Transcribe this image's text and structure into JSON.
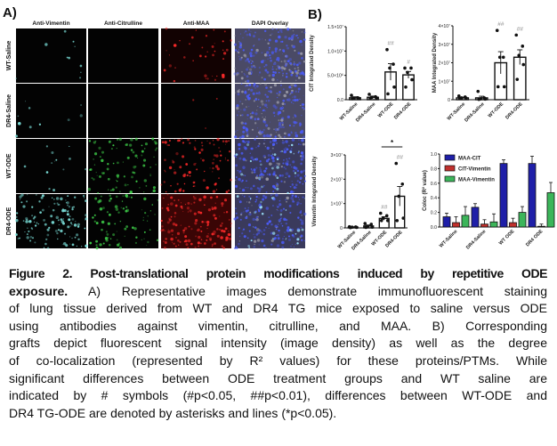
{
  "panel_a": {
    "label": "A)",
    "columns": [
      "Anti-Vimentin",
      "Anti-Citrulline",
      "Anti-MAA",
      "DAPI Overlay"
    ],
    "rows": [
      "WT-Saline",
      "DR4-Saline",
      "WT-ODE",
      "DR4-ODE"
    ]
  },
  "panel_b": {
    "label": "B)"
  },
  "chart_data": [
    {
      "type": "bar",
      "title": "",
      "ylabel": "CIT Integrated Density",
      "categories": [
        "WT-Saline",
        "DR4-Saline",
        "WT-ODE",
        "DR4-ODE"
      ],
      "ylim": [
        0,
        15000000
      ],
      "yticks": [
        0,
        5000000,
        10000000,
        15000000
      ],
      "ytick_labels": [
        "0.0",
        "5.0×10⁶",
        "1.0×10⁷",
        "1.5×10⁷"
      ],
      "values": [
        400000,
        500000,
        5700000,
        5100000
      ],
      "sem": [
        200000,
        250000,
        1700000,
        700000
      ],
      "points": [
        [
          900000,
          400000,
          300000,
          300000,
          200000
        ],
        [
          1100000,
          600000,
          500000,
          400000,
          300000
        ],
        [
          10300000,
          7300000,
          6500000,
          2600000,
          1200000
        ],
        [
          6500000,
          6500000,
          5600000,
          4100000,
          2600000
        ]
      ],
      "annotations": [
        "",
        "",
        "##",
        "#"
      ]
    },
    {
      "type": "bar",
      "title": "",
      "ylabel": "MAA Integrated Density",
      "categories": [
        "WT-Saline",
        "DR4-Saline",
        "WT-ODE",
        "DR4-ODE"
      ],
      "ylim": [
        0,
        40000000
      ],
      "yticks": [
        0,
        10000000,
        20000000,
        30000000,
        40000000
      ],
      "ytick_labels": [
        "0",
        "1×10⁷",
        "2×10⁷",
        "3×10⁷",
        "4×10⁷"
      ],
      "values": [
        1000000,
        1000000,
        20000000,
        23000000
      ],
      "sem": [
        400000,
        900000,
        6000000,
        4000000
      ],
      "points": [
        [
          2000000,
          1500000,
          1000000,
          800000,
          600000
        ],
        [
          4500000,
          1000000,
          500000,
          300000,
          200000
        ],
        [
          37500000,
          23000000,
          23000000,
          7000000,
          7000000
        ],
        [
          35000000,
          29000000,
          24000000,
          19000000,
          11000000
        ]
      ],
      "annotations": [
        "",
        "",
        "##",
        "##"
      ]
    },
    {
      "type": "bar",
      "title": "",
      "ylabel": "Vimentin Integrated Density",
      "categories": [
        "WT-Saline",
        "DR4-Saline",
        "WT-ODE",
        "DR4-ODE"
      ],
      "ylim": [
        0,
        30000000
      ],
      "yticks": [
        0,
        10000000,
        20000000,
        30000000
      ],
      "ytick_labels": [
        "0",
        "1×10⁷",
        "2×10⁷",
        "3×10⁷"
      ],
      "values": [
        300000,
        800000,
        3900000,
        13000000
      ],
      "sem": [
        150000,
        400000,
        700000,
        4000000
      ],
      "points": [
        [
          500000,
          400000,
          300000,
          200000,
          100000
        ],
        [
          1800000,
          1500000,
          600000,
          300000,
          200000
        ],
        [
          6000000,
          5000000,
          4000000,
          3000000,
          3000000
        ],
        [
          26500000,
          18000000,
          13000000,
          4000000,
          3000000
        ]
      ],
      "annotations": [
        "",
        "",
        "##",
        "##"
      ],
      "comparison": {
        "between": [
          "WT-ODE",
          "DR4-ODE"
        ],
        "label": "*"
      }
    },
    {
      "type": "bar",
      "title": "",
      "ylabel": "Coloc (R² value)",
      "categories": [
        "WT-Saline",
        "DR4-Saline",
        "WT ODE",
        "DR4 ODE"
      ],
      "ylim": [
        0,
        1.0
      ],
      "yticks": [
        0,
        0.2,
        0.4,
        0.6,
        0.8,
        1.0
      ],
      "ytick_labels": [
        "0.0",
        "0.2",
        "0.4",
        "0.6",
        "0.8",
        "1.0"
      ],
      "legend_position": "top-left",
      "series": [
        {
          "name": "MAA-CIT",
          "color": "#1f1fa8",
          "values": [
            0.14,
            0.27,
            0.87,
            0.87
          ],
          "sem": [
            0.05,
            0.05,
            0.05,
            0.1
          ]
        },
        {
          "name": "CIT-Vimentin",
          "color": "#c0302c",
          "values": [
            0.06,
            0.04,
            0.06,
            0.01
          ],
          "sem": [
            0.08,
            0.06,
            0.06,
            0.03
          ]
        },
        {
          "name": "MAA-Vimentin",
          "color": "#3cb55a",
          "values": [
            0.16,
            0.07,
            0.2,
            0.47
          ],
          "sem": [
            0.12,
            0.11,
            0.08,
            0.14
          ]
        }
      ]
    }
  ],
  "caption": {
    "lines": [
      {
        "bold": "Figure 2.  Post-translational protein modifications induced by repetitive ODE",
        "text": ""
      },
      {
        "bold": "exposure.",
        "text": "  A) Representative images demonstrate immunofluorescent staining"
      },
      {
        "bold": "",
        "text": "of lung tissue derived from WT and DR4 TG mice exposed to saline versus ODE"
      },
      {
        "bold": "",
        "text": "using antibodies against vimentin, citrulline, and MAA.   B) Corresponding"
      },
      {
        "bold": "",
        "text": "grafts depict fluorescent signal intensity (image density) as well as the degree"
      },
      {
        "bold": "",
        "text": "of co-localization (represented by R² values) for these proteins/PTMs.  While"
      },
      {
        "bold": "",
        "text": "significant differences between ODE treatment groups and WT saline are"
      },
      {
        "bold": "",
        "text": "indicated by # symbols (#p<0.05, ##p<0.01), differences between WT-ODE and"
      },
      {
        "bold": "",
        "text": "DR4 TG-ODE are denoted by asterisks and lines (*p<0.05)."
      }
    ]
  }
}
